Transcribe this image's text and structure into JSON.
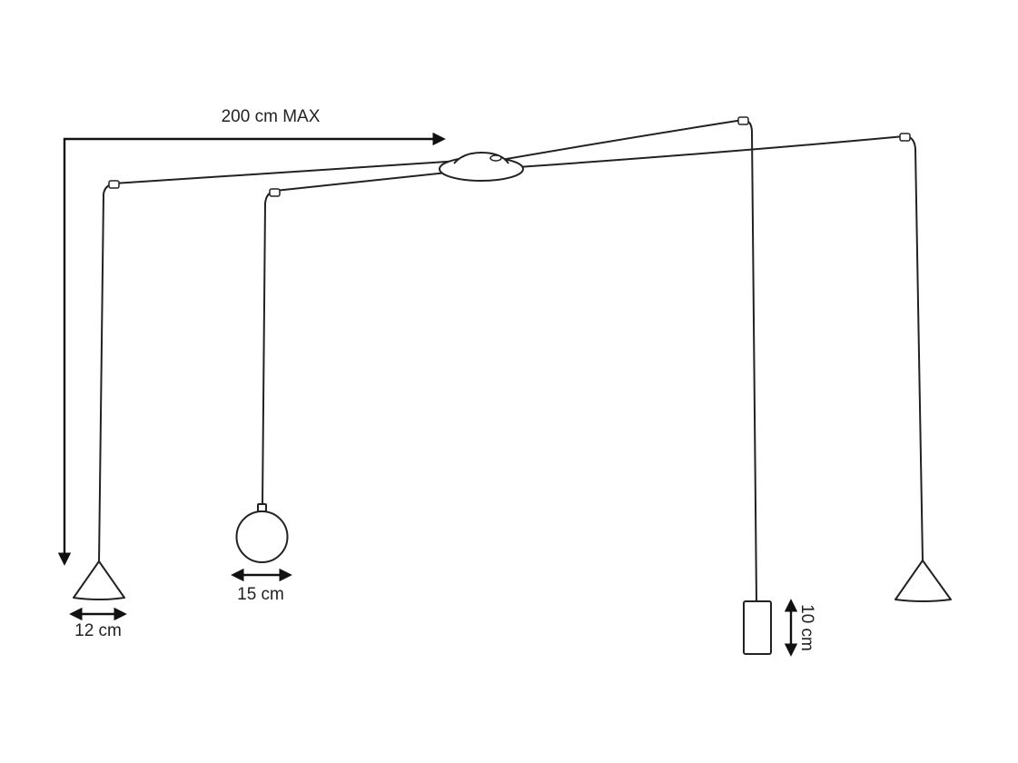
{
  "labels": {
    "max_length": "200 cm MAX",
    "cone_width": "12 cm",
    "globe_width": "15 cm",
    "cylinder_height": "10 cm"
  },
  "colors": {
    "line": "#222222",
    "background": "#ffffff"
  },
  "components": [
    "ceiling-canopy",
    "cone-pendant",
    "globe-pendant",
    "cylinder-pendant",
    "cone-pendant"
  ]
}
